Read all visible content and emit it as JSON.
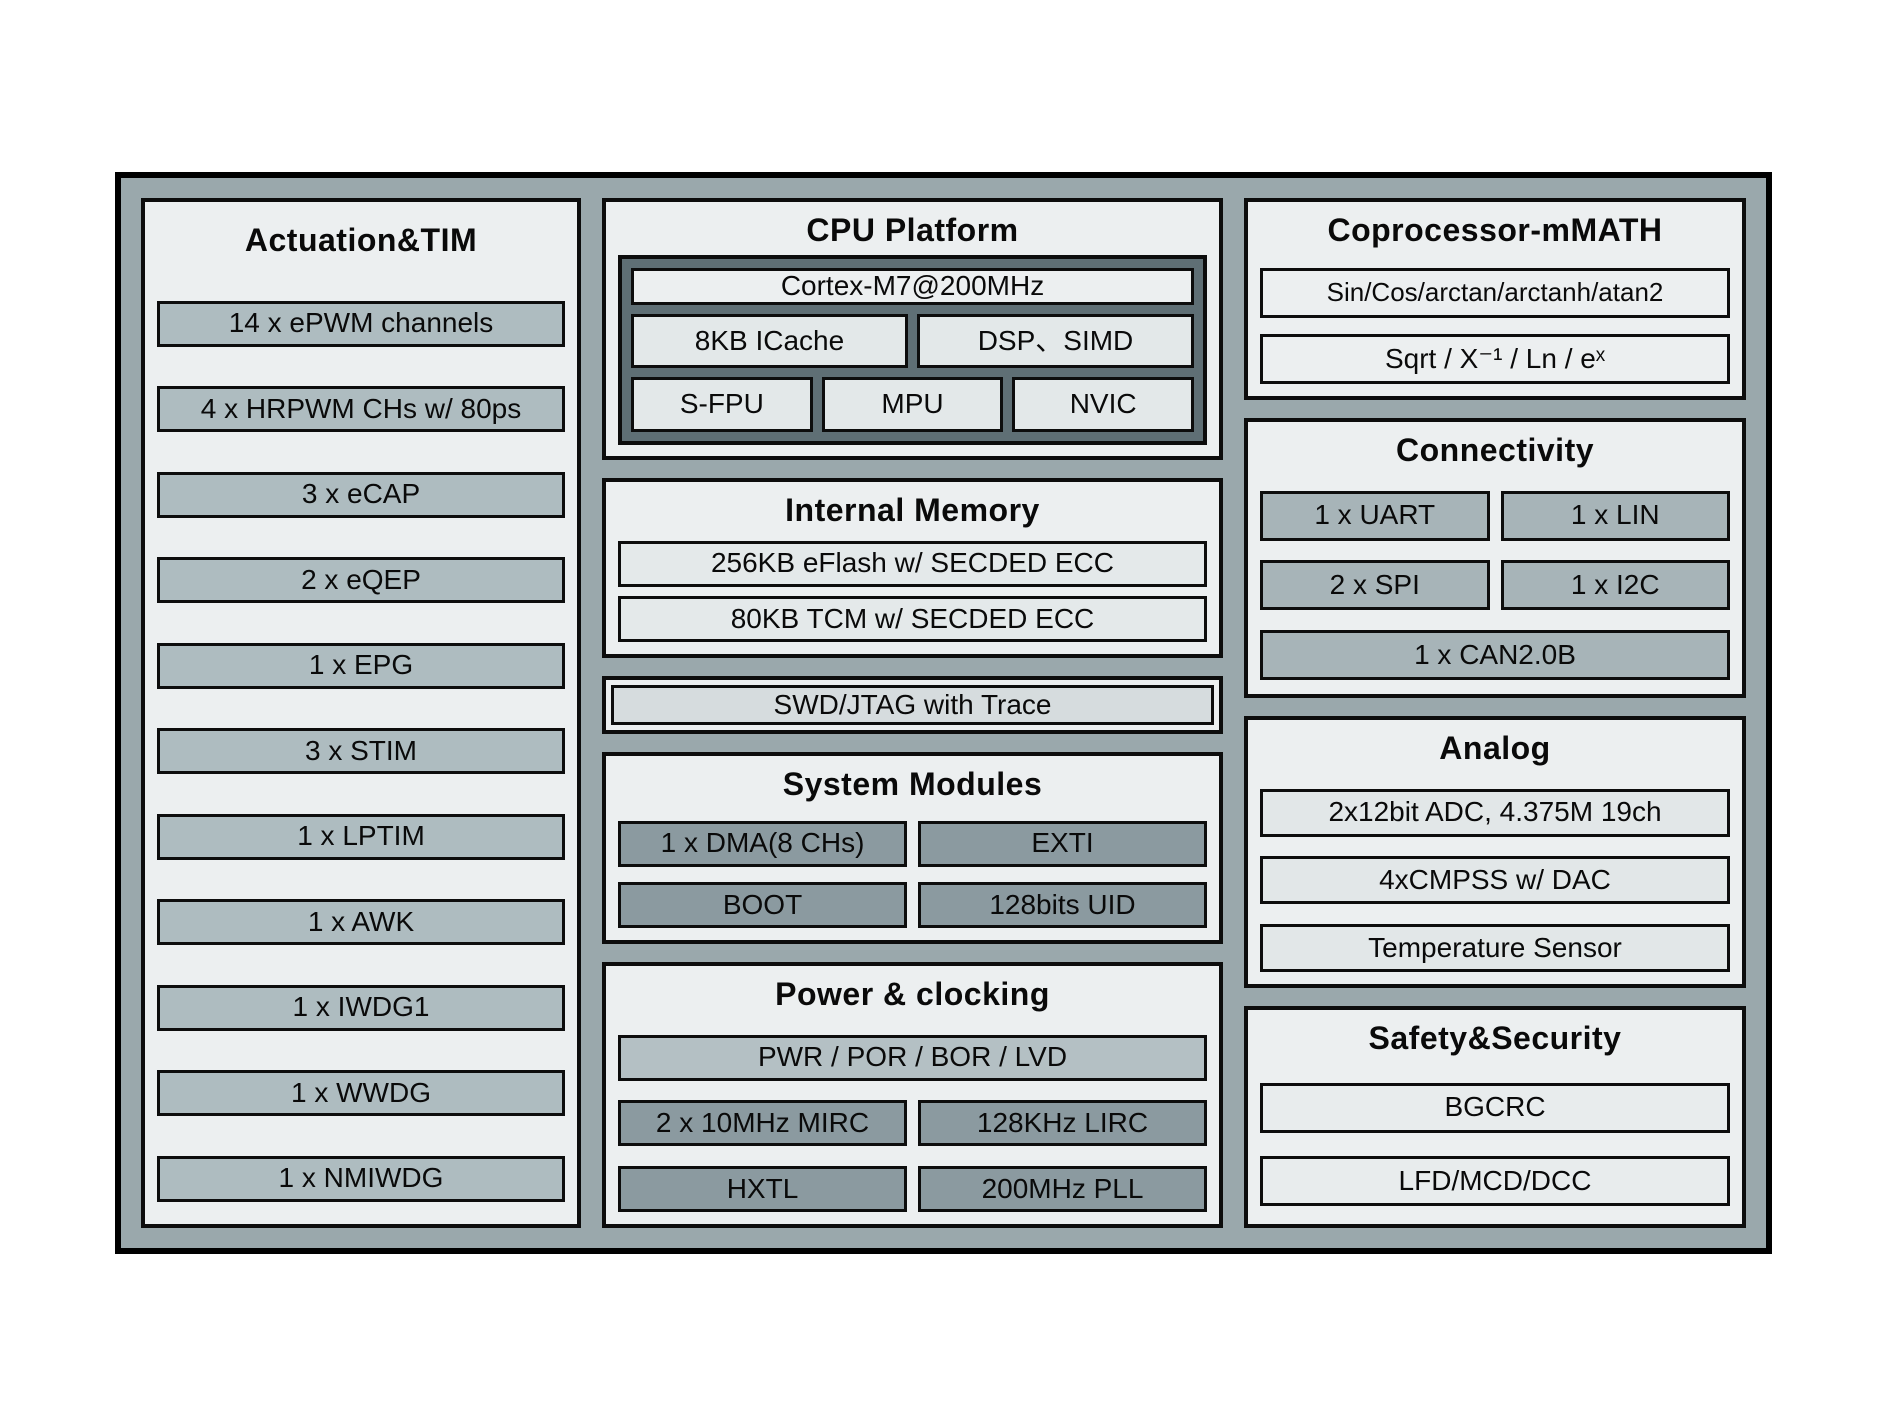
{
  "actuation": {
    "title": "Actuation&TIM",
    "items": [
      "14 x ePWM channels",
      "4 x HRPWM CHs w/ 80ps",
      "3 x eCAP",
      "2 x eQEP",
      "1 x EPG",
      "3 x STIM",
      "1 x LPTIM",
      "1 x AWK",
      "1 x IWDG1",
      "1 x WWDG",
      "1 x NMIWDG"
    ]
  },
  "cpu": {
    "title": "CPU Platform",
    "core": "Cortex-M7@200MHz",
    "row2": [
      "8KB ICache",
      "DSP、SIMD"
    ],
    "row3": [
      "S-FPU",
      "MPU",
      "NVIC"
    ]
  },
  "memory": {
    "title": "Internal Memory",
    "items": [
      "256KB eFlash w/ SECDED ECC",
      "80KB TCM w/ SECDED ECC"
    ]
  },
  "debug": {
    "label": "SWD/JTAG with Trace"
  },
  "system": {
    "title": "System Modules",
    "cells": [
      "1 x DMA(8 CHs)",
      "EXTI",
      "BOOT",
      "128bits UID"
    ]
  },
  "power": {
    "title": "Power & clocking",
    "row1": "PWR / POR / BOR / LVD",
    "cells": [
      "2 x 10MHz MIRC",
      "128KHz LIRC",
      "HXTL",
      "200MHz PLL"
    ]
  },
  "coprocessor": {
    "title": "Coprocessor-mMATH",
    "items": [
      "Sin/Cos/arctan/arctanh/atan2",
      "Sqrt / X⁻¹ / Ln / eˣ"
    ]
  },
  "connectivity": {
    "title": "Connectivity",
    "cells": [
      "1 x UART",
      "1 x LIN",
      "2 x SPI",
      "1 x I2C"
    ],
    "full": "1 x CAN2.0B"
  },
  "analog": {
    "title": "Analog",
    "items": [
      "2x12bit ADC, 4.375M 19ch",
      "4xCMPSS w/ DAC",
      "Temperature Sensor"
    ]
  },
  "safety": {
    "title": "Safety&Security",
    "items": [
      "BGCRC",
      "LFD/MCD/DCC"
    ]
  },
  "colors": {
    "background": "#9AA8AC",
    "panel": "#ECEFF0",
    "cell_medium": "#AEBCC0",
    "cell_dark": "#8B9AA0",
    "cell_connectivity": "#A7B4B8",
    "cpu_container": "#5F6F75",
    "cell_light": "#E3E8E9",
    "cell_lighter": "#E4E9EA",
    "power_row": "#B4C0C4",
    "swd_bar": "#D6DCDE",
    "border": "#0D0D0D"
  }
}
